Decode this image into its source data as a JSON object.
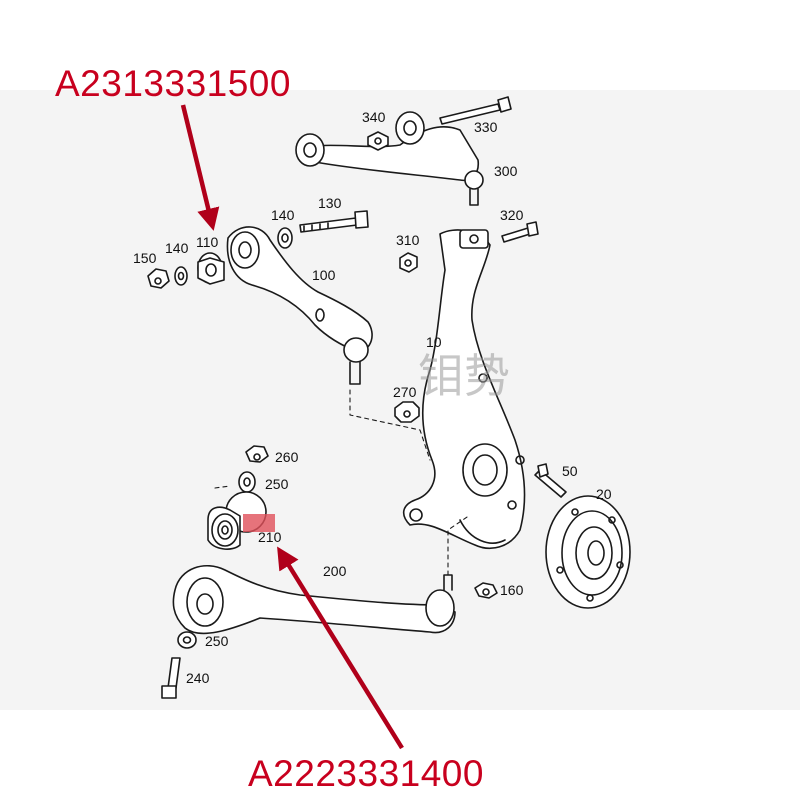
{
  "part_numbers": {
    "top": "A2313331500",
    "bottom": "A2223331400"
  },
  "watermark": "钼势",
  "callouts": {
    "c340": "340",
    "c330": "330",
    "c300": "300",
    "c130": "130",
    "c140a": "140",
    "c320": "320",
    "c150": "150",
    "c140b": "140",
    "c110": "110",
    "c310": "310",
    "c100": "100",
    "c10": "10",
    "c270": "270",
    "c260": "260",
    "c250a": "250",
    "c50": "50",
    "c20": "20",
    "c210": "210",
    "c200": "200",
    "c160": "160",
    "c250b": "250",
    "c240": "240"
  },
  "colors": {
    "part_number": "#c8001e",
    "arrow": "#b0001a",
    "highlight": "#e0505a"
  }
}
